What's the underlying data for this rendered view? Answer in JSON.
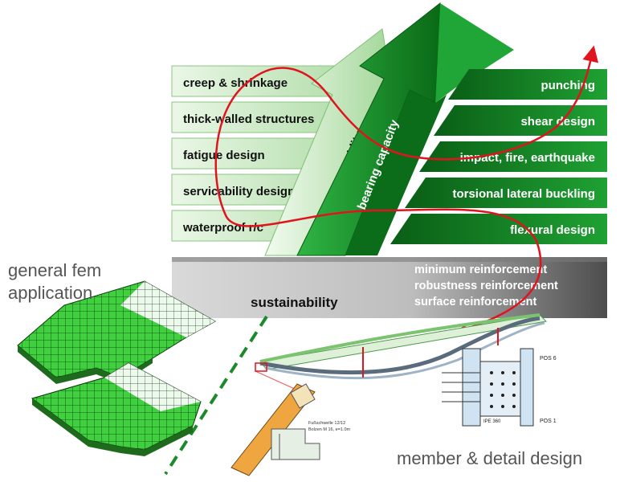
{
  "left_bars": [
    {
      "label": "creep & shrinkage"
    },
    {
      "label": "thick-walled structures"
    },
    {
      "label": "fatigue design"
    },
    {
      "label": "servicability design"
    },
    {
      "label": "waterproof r/c"
    }
  ],
  "right_bars": [
    {
      "label": "punching"
    },
    {
      "label": "shear design"
    },
    {
      "label": "impact, fire, earthquake"
    },
    {
      "label": "torsional lateral buckling"
    },
    {
      "label": "flexural design"
    }
  ],
  "base": {
    "label": "sustainability",
    "reinforcement": [
      "minimum reinforcement",
      "robustness reinforcement",
      "surface reinforcement"
    ]
  },
  "arrows": {
    "light": "serviceablity",
    "dark": "bearing capacity"
  },
  "captions": {
    "fem_line1": "general fem",
    "fem_line2": "application",
    "member": "member & detail design"
  },
  "drawing_labels": {
    "timber_note1": "Fußschwelle 12/12",
    "timber_note2": "Bolzen M 16, e=1.0m",
    "pos_top": "POS 6",
    "pos_bottom": "POS 1",
    "pos_side": "IPE 360"
  },
  "colors": {
    "light_green": "#c7e8c0",
    "dark_green": "#0f8a22",
    "gray": "#9a9a9a",
    "red": "#e0141e",
    "mesh_green": "#3fcf3f"
  }
}
